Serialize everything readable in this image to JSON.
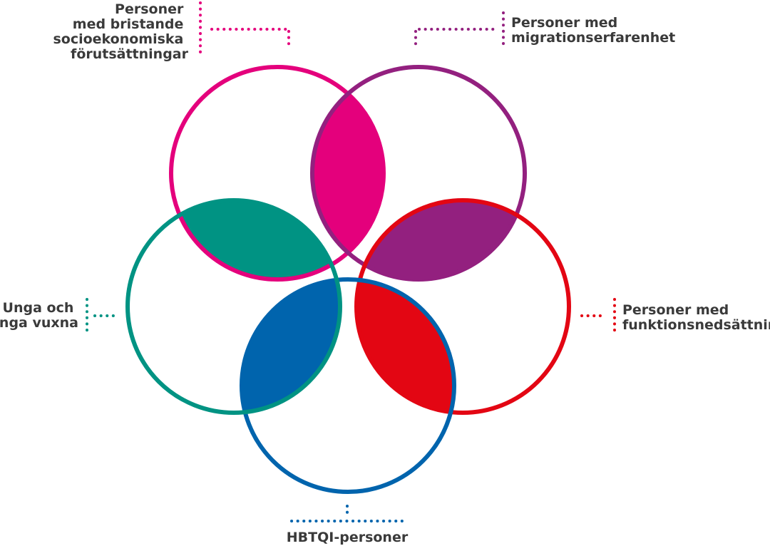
{
  "colors": {
    "pink": "#e4007c",
    "purple": "#93207f",
    "red": "#e30613",
    "blue": "#0064ad",
    "teal": "#009383",
    "text": "#3a3a3a"
  },
  "groups": [
    {
      "id": "pink",
      "lines": [
        "Personer",
        "med bristande",
        "socioekonomiska",
        "förutsättningar"
      ]
    },
    {
      "id": "purple",
      "lines": [
        "Personer med",
        "migrationserfarenhet"
      ]
    },
    {
      "id": "red",
      "lines": [
        "Personer med",
        "funktionsnedsättning"
      ]
    },
    {
      "id": "blue",
      "lines": [
        "HBTQI-personer"
      ]
    },
    {
      "id": "teal",
      "lines": [
        "Unga och",
        "unga vuxna"
      ]
    }
  ]
}
